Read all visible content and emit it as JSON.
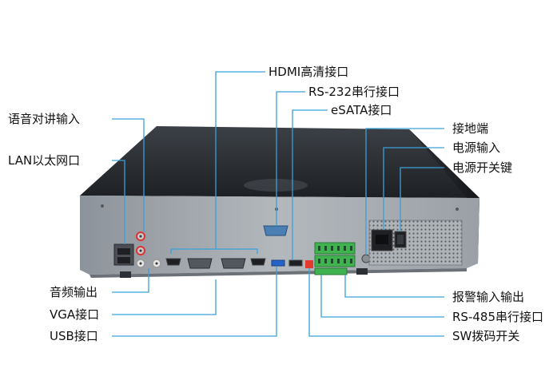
{
  "labels": {
    "hdmi": "HDMI高清接口",
    "rs232": "RS-232串行接口",
    "esata": "eSATA接口",
    "audio_in": "语音对讲输入",
    "lan": "LAN以太网口",
    "ground": "接地端",
    "power_in": "电源输入",
    "power_switch": "电源开关键",
    "audio_out": "音频输出",
    "vga": "VGA接口",
    "usb": "USB接口",
    "alarm": "报警输入输出",
    "rs485": "RS-485串行接口",
    "sw": "SW拨码开关"
  },
  "colors": {
    "leader_line": "#3aa0d8",
    "chassis_top": "#2a2e33",
    "panel": "#9ea4aa",
    "terminal_green": "#3fb34f"
  }
}
